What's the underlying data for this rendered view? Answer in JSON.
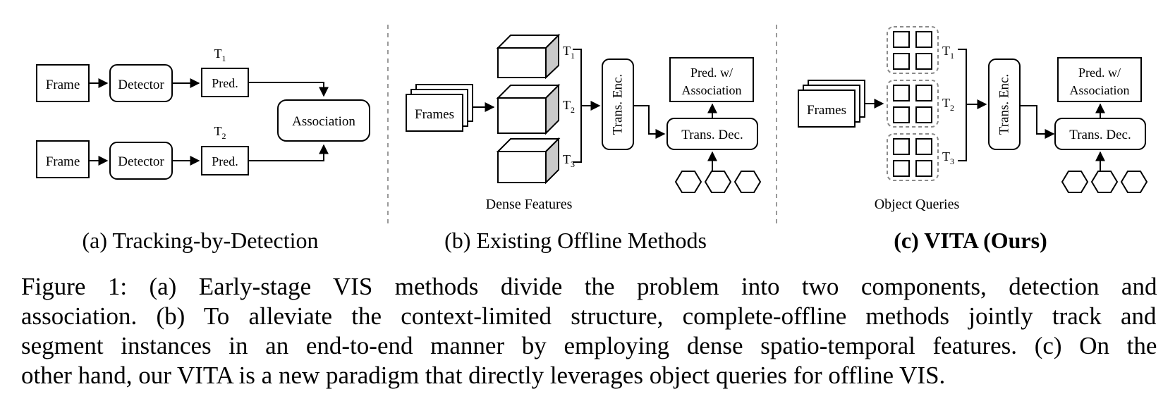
{
  "panel_a": {
    "frame": "Frame",
    "detector": "Detector",
    "pred": "Pred.",
    "t1": "T",
    "t1_sub": "1",
    "t2": "T",
    "t2_sub": "2",
    "association": "Association",
    "label": "(a) Tracking-by-Detection"
  },
  "panel_b": {
    "frames": "Frames",
    "t1": "T",
    "t1_sub": "1",
    "t2": "T",
    "t2_sub": "2",
    "t3": "T",
    "t3_sub": "3",
    "trans_enc": "Trans. Enc.",
    "pred_line1": "Pred. w/",
    "pred_line2": "Association",
    "trans_dec": "Trans. Dec.",
    "dense_features": "Dense Features",
    "label": "(b) Existing Offline Methods"
  },
  "panel_c": {
    "frames": "Frames",
    "t1": "T",
    "t1_sub": "1",
    "t2": "T",
    "t2_sub": "2",
    "t3": "T",
    "t3_sub": "3",
    "trans_enc": "Trans. Enc.",
    "pred_line1": "Pred. w/",
    "pred_line2": "Association",
    "trans_dec": "Trans. Dec.",
    "object_queries": "Object Queries",
    "label": "(c) VITA (Ours)"
  },
  "caption": {
    "line1": "Figure 1: (a) Early-stage VIS methods divide the problem into two components, detection and",
    "line2": "association. (b) To alleviate the context-limited structure, complete-offline methods jointly track and",
    "line3": "segment instances in an end-to-end manner by employing dense spatio-temporal features. (c) On the",
    "line4": "other hand, our VITA is a new paradigm that directly leverages object queries for offline VIS."
  }
}
